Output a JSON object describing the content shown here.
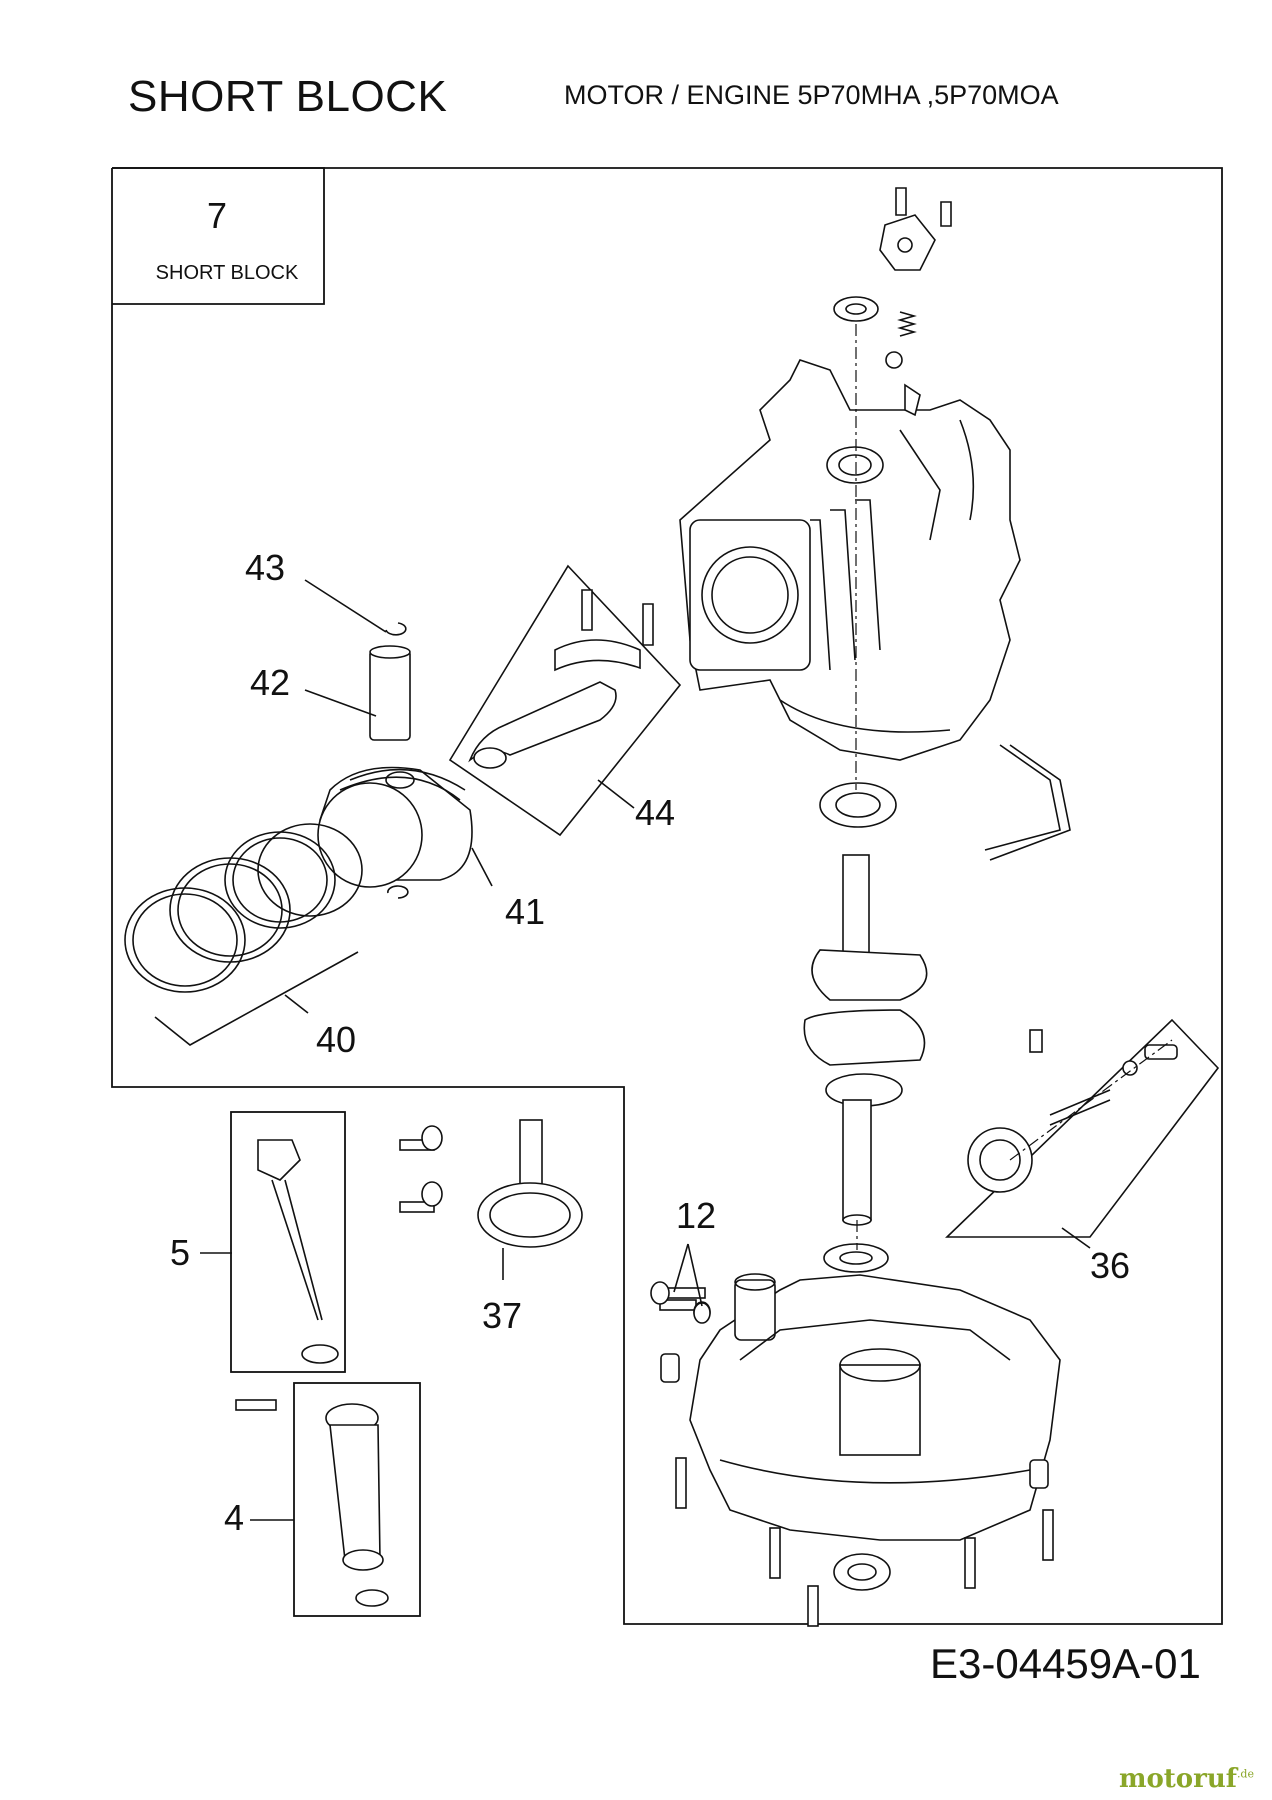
{
  "header": {
    "title": "SHORT BLOCK",
    "subtitle": "MOTOR / ENGINE  5P70MHA ,5P70MOA"
  },
  "inset": {
    "number": "7",
    "label": "SHORT BLOCK"
  },
  "callouts": {
    "c43": "43",
    "c42": "42",
    "c44": "44",
    "c41": "41",
    "c40": "40",
    "c5": "5",
    "c37": "37",
    "c12": "12",
    "c36": "36",
    "c4": "4"
  },
  "footer": {
    "doc_code": "E3-04459A-01",
    "watermark_main": "motoruf",
    "watermark_sup": ".de"
  }
}
